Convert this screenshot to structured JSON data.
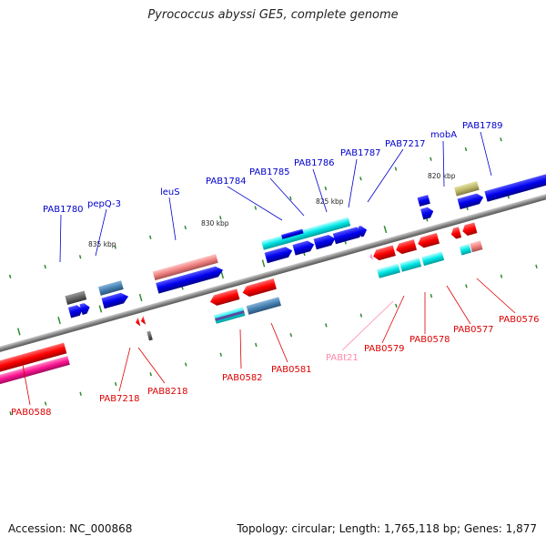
{
  "title": "Pyrococcus abyssi GE5, complete genome",
  "footer": {
    "accession": "Accession: NC_000868",
    "summary": "Topology: circular; Length: 1,765,118 bp; Genes: 1,877"
  },
  "colors": {
    "forward_label": "#0000cc",
    "reverse_label": "#dd0000",
    "rna_label": "#ff88aa",
    "backbone": "#888888",
    "tick": "#2e8b2e"
  },
  "scale_ticks": [
    "835 kbp",
    "830 kbp",
    "825 kbp",
    "820 kbp"
  ],
  "forward_labels": [
    "PAB1780",
    "pepQ-3",
    "leuS",
    "PAB1784",
    "PAB1785",
    "PAB1786",
    "PAB1787",
    "PAB7217",
    "mobA",
    "PAB1789"
  ],
  "reverse_labels": [
    "PAB0588",
    "PAB7218",
    "PAB8218",
    "PAB0582",
    "PAB0581",
    "PABt21",
    "PAB0579",
    "PAB0578",
    "PAB0577",
    "PAB0576"
  ]
}
